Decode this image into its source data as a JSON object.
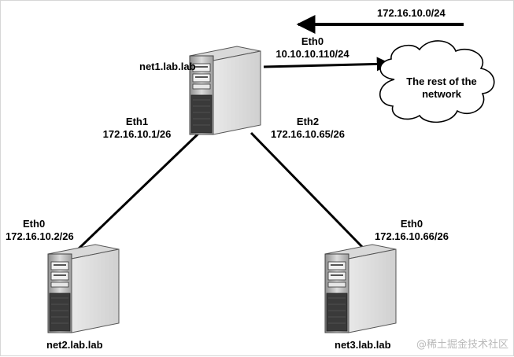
{
  "diagram": {
    "servers": [
      {
        "name": "net1.lab.lab"
      },
      {
        "name": "net2.lab.lab"
      },
      {
        "name": "net3.lab.lab"
      }
    ],
    "interfaces": {
      "net1_eth0": {
        "name": "Eth0",
        "ip": "10.10.10.110/24"
      },
      "net1_eth1": {
        "name": "Eth1",
        "ip": "172.16.10.1/26"
      },
      "net1_eth2": {
        "name": "Eth2",
        "ip": "172.16.10.65/26"
      },
      "net2_eth0": {
        "name": "Eth0",
        "ip": "172.16.10.2/26"
      },
      "net3_eth0": {
        "name": "Eth0",
        "ip": "172.16.10.66/26"
      }
    },
    "cloud": {
      "line1": "The rest of the",
      "line2": "network"
    },
    "route_label": "172.16.10.0/24",
    "watermark": "@稀土掘金技术社区"
  }
}
